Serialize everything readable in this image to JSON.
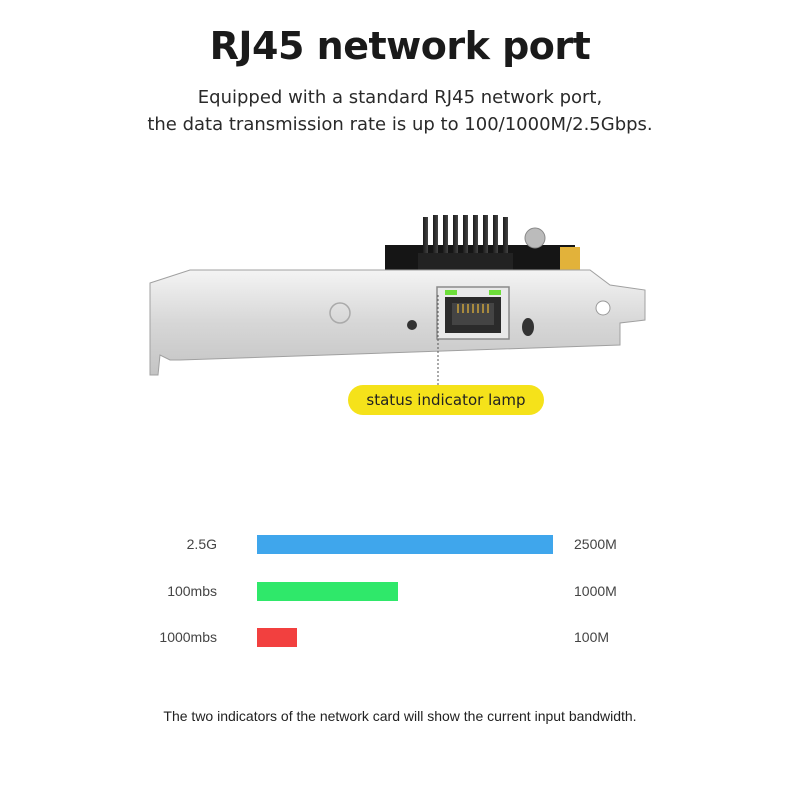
{
  "header": {
    "title": "RJ45 network port",
    "subtitle_line1": "Equipped with a standard RJ45 network port,",
    "subtitle_line2": "the data transmission rate is up to 100/1000M/2.5Gbps."
  },
  "callout": {
    "label": "status indicator lamp",
    "color": "#f5e21a"
  },
  "bandwidth": {
    "max": 2500,
    "rows": [
      {
        "label": "2.5G",
        "value_label": "2500M",
        "value": 2500,
        "color": "#3fa6ec"
      },
      {
        "label": "100mbs",
        "value_label": "1000M",
        "value": 1000,
        "color": "#2fe86a"
      },
      {
        "label": "1000mbs",
        "value_label": "100M",
        "value": 100,
        "color": "#f2403f"
      }
    ]
  },
  "footer": {
    "caption": "The two indicators of the network card will show the current input bandwidth."
  }
}
